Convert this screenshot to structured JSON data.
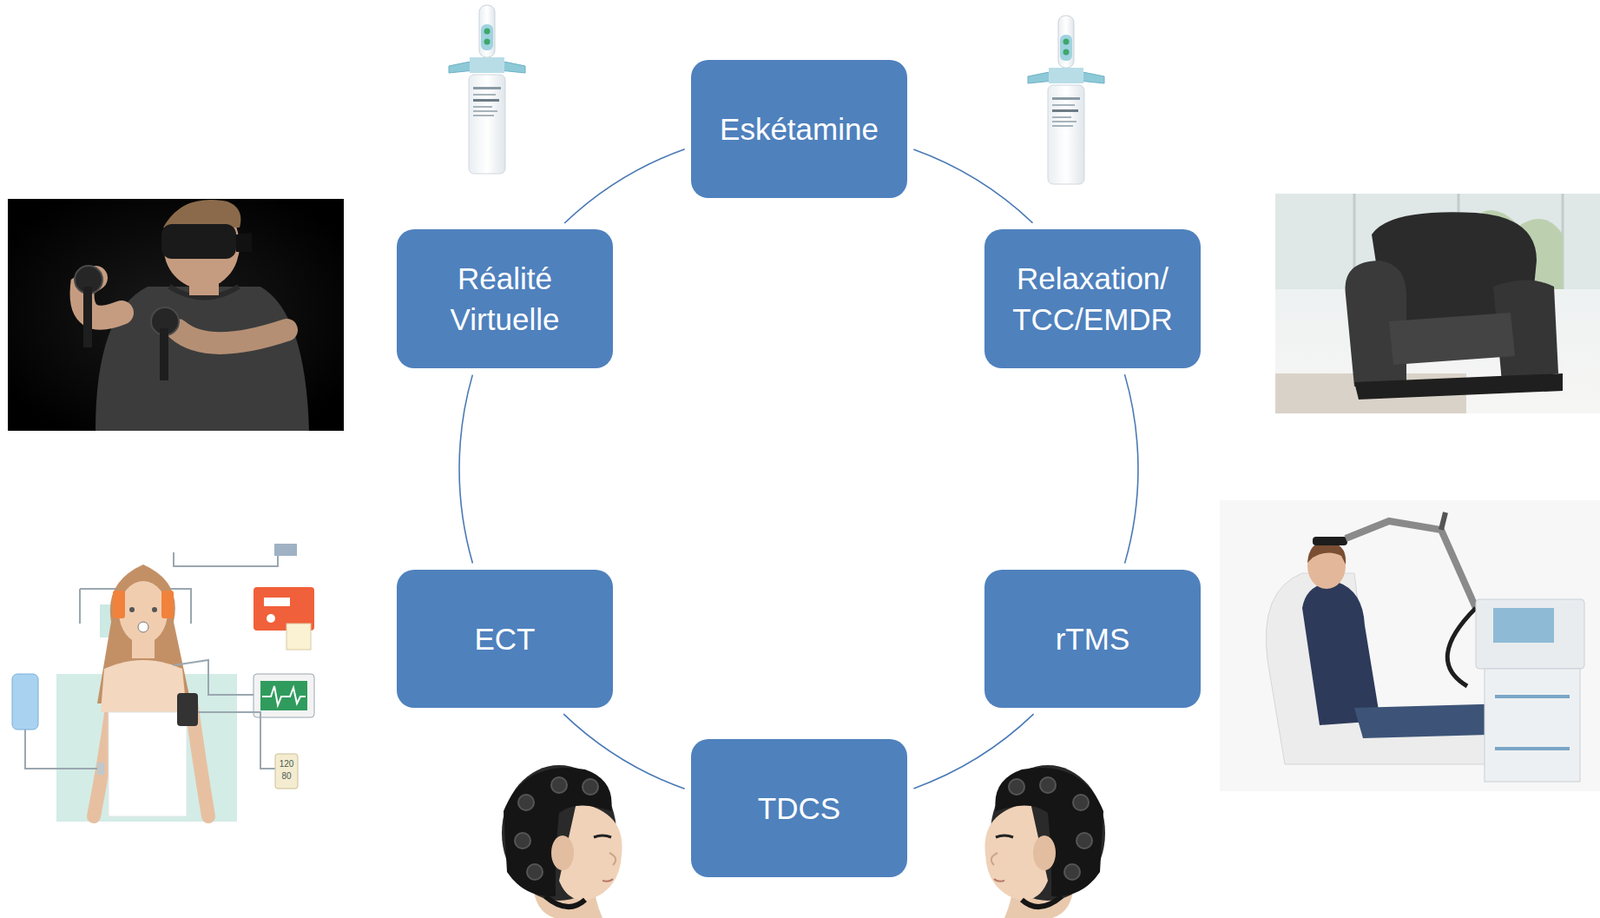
{
  "diagram": {
    "nodes": [
      {
        "text": [
          "Eskétamine"
        ]
      },
      {
        "text": [
          "Relaxation/ TCC/EMDR"
        ]
      },
      {
        "text": [
          "rTMS"
        ]
      },
      {
        "text": [
          "TDCS"
        ]
      },
      {
        "text": [
          "ECT"
        ]
      },
      {
        "text": [
          "Réalité Virtuelle"
        ]
      }
    ],
    "edges": [
      {
        "from": 0,
        "to": 1,
        "arrow": "none"
      },
      {
        "from": 1,
        "to": 2,
        "arrow": "none"
      },
      {
        "from": 2,
        "to": 3,
        "arrow": "none"
      },
      {
        "from": 3,
        "to": 4,
        "arrow": "none"
      },
      {
        "from": 4,
        "to": 5,
        "arrow": "none"
      },
      {
        "from": 5,
        "to": 0,
        "arrow": "none"
      }
    ],
    "labels": [
      "120",
      "80"
    ]
  }
}
